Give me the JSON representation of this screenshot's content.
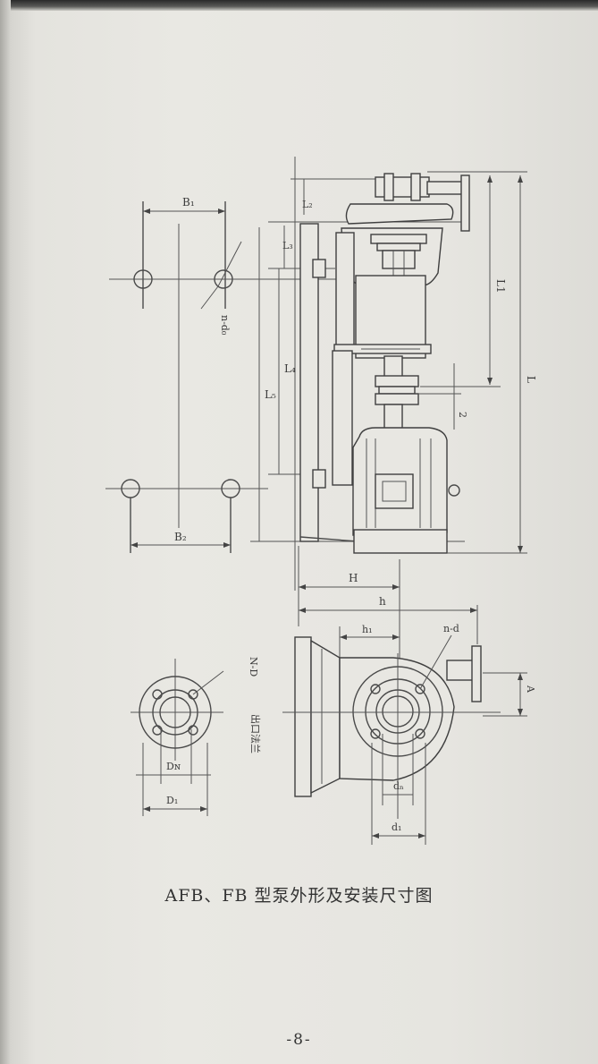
{
  "caption": "AFB、FB 型泵外形及安装尺寸图",
  "page_number": "-8-",
  "labels": {
    "B1": "B₁",
    "B2": "B₂",
    "n_d0": "n-d₀",
    "L": "L",
    "L1": "L1",
    "L2": "L₂",
    "L3": "L₃",
    "L4": "L₄",
    "L5": "L₅",
    "two": "2",
    "H": "H",
    "h": "h",
    "h1": "h₁",
    "n_d": "n-d",
    "A": "A",
    "dn": "dₙ",
    "d1": "d₁",
    "N_D": "N-D",
    "DN": "Dɴ",
    "D1": "D₁",
    "outlet_flange": "出口法兰"
  }
}
